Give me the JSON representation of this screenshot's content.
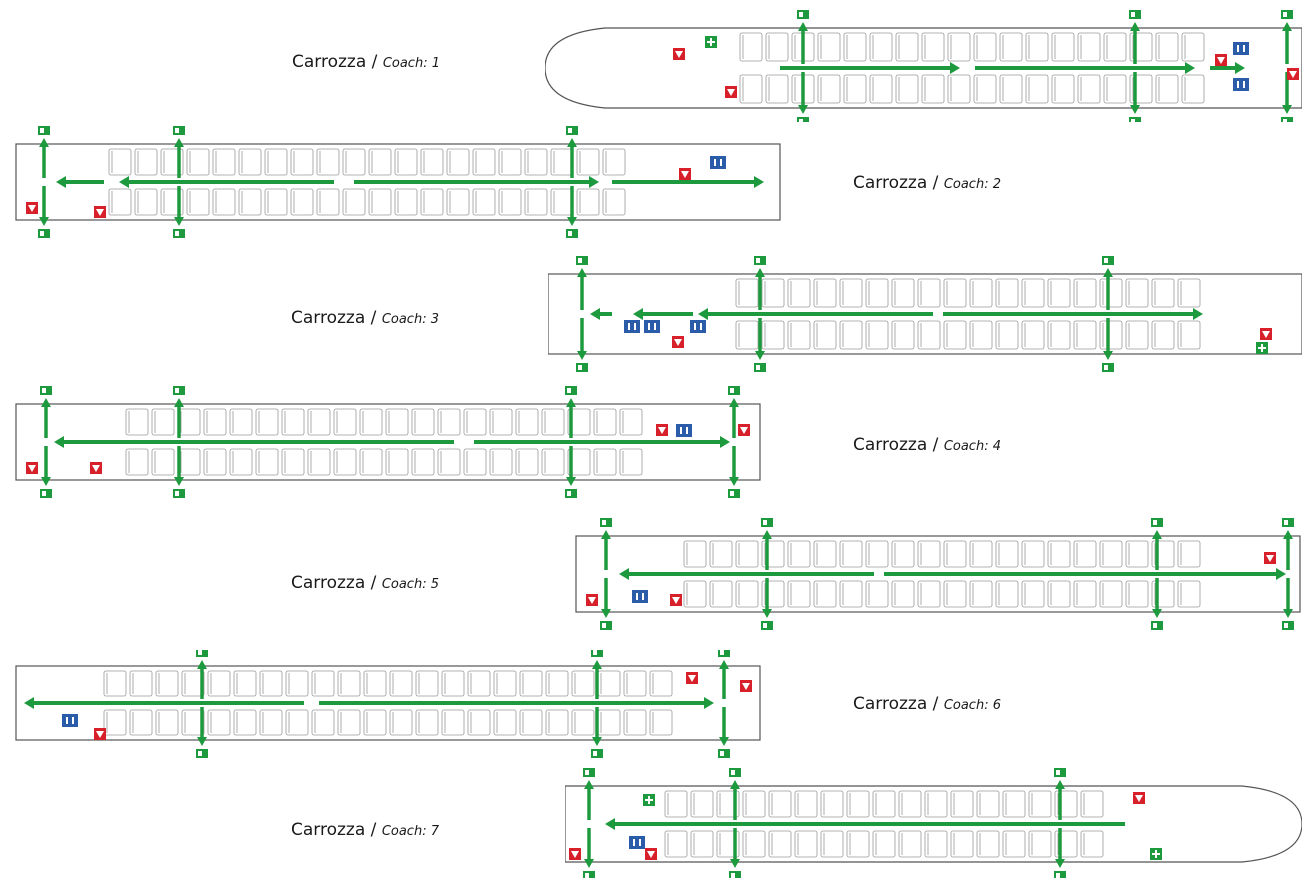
{
  "colors": {
    "exit_green": "#1e9a3e",
    "alarm_red": "#d8202a",
    "wc_blue": "#2a5caa",
    "outline": "#555555",
    "seat": "#9a9a9a"
  },
  "coaches": [
    {
      "label_it": "Carrozza",
      "sep": "/",
      "label_en": "Coach:",
      "number": "1",
      "type": "cab-left"
    },
    {
      "label_it": "Carrozza",
      "sep": "/",
      "label_en": "Coach:",
      "number": "2",
      "type": "mid"
    },
    {
      "label_it": "Carrozza",
      "sep": "/",
      "label_en": "Coach:",
      "number": "3",
      "type": "access"
    },
    {
      "label_it": "Carrozza",
      "sep": "/",
      "label_en": "Coach:",
      "number": "4",
      "type": "mid"
    },
    {
      "label_it": "Carrozza",
      "sep": "/",
      "label_en": "Coach:",
      "number": "5",
      "type": "mid"
    },
    {
      "label_it": "Carrozza",
      "sep": "/",
      "label_en": "Coach:",
      "number": "6",
      "type": "mid"
    },
    {
      "label_it": "Carrozza",
      "sep": "/",
      "label_en": "Coach:",
      "number": "7",
      "type": "cab-right"
    }
  ],
  "icons": [
    "exit-sign-icon",
    "emergency-alarm-icon",
    "toilet-icon",
    "wheelchair-icon",
    "first-aid-icon",
    "intercom-icon"
  ]
}
